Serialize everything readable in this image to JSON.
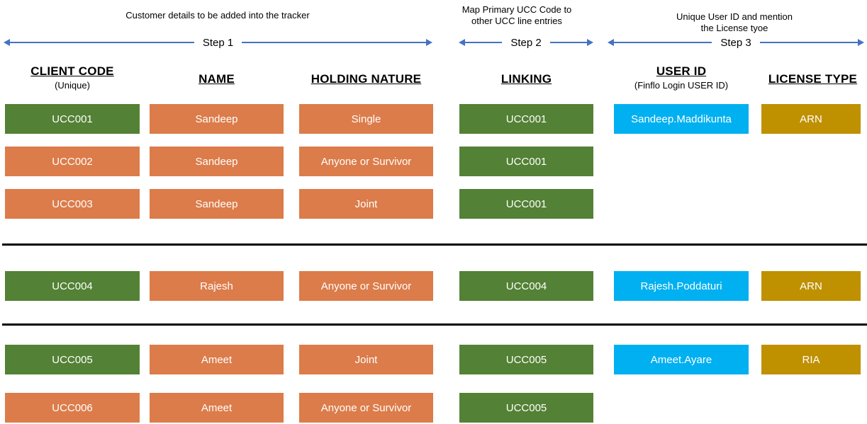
{
  "annotations": {
    "step1": {
      "text": "Customer details to be added into the tracker"
    },
    "step2": {
      "line1": "Map Primary UCC Code to",
      "line2": "other UCC line entries"
    },
    "step3": {
      "line1": "Unique User ID and mention",
      "line2": "the License tyoe"
    }
  },
  "steps": [
    {
      "label": "Step 1"
    },
    {
      "label": "Step 2"
    },
    {
      "label": "Step 3"
    }
  ],
  "columns": [
    {
      "title": "CLIENT CODE",
      "subtitle": "(Unique)"
    },
    {
      "title": "NAME"
    },
    {
      "title": "HOLDING NATURE"
    },
    {
      "title": "LINKING"
    },
    {
      "title": "USER ID",
      "subtitle": "(Finflo Login USER ID)"
    },
    {
      "title": "LICENSE TYPE"
    }
  ],
  "colors": {
    "green": "#538135",
    "orange": "#DC7C4A",
    "blue": "#00B0F0",
    "gold": "#BF9000",
    "arrow": "#4472C4",
    "divider": "#000000"
  },
  "rows": [
    {
      "cells": [
        {
          "col": 0,
          "text": "UCC001",
          "color": "green"
        },
        {
          "col": 1,
          "text": "Sandeep",
          "color": "orange"
        },
        {
          "col": 2,
          "text": "Single",
          "color": "orange"
        },
        {
          "col": 3,
          "text": "UCC001",
          "color": "green"
        },
        {
          "col": 4,
          "text": "Sandeep.Maddikunta",
          "color": "blue"
        },
        {
          "col": 5,
          "text": "ARN",
          "color": "gold"
        }
      ]
    },
    {
      "cells": [
        {
          "col": 0,
          "text": "UCC002",
          "color": "orange"
        },
        {
          "col": 1,
          "text": "Sandeep",
          "color": "orange"
        },
        {
          "col": 2,
          "text": "Anyone or Survivor",
          "color": "orange"
        },
        {
          "col": 3,
          "text": "UCC001",
          "color": "green"
        }
      ]
    },
    {
      "cells": [
        {
          "col": 0,
          "text": "UCC003",
          "color": "orange"
        },
        {
          "col": 1,
          "text": "Sandeep",
          "color": "orange"
        },
        {
          "col": 2,
          "text": "Joint",
          "color": "orange"
        },
        {
          "col": 3,
          "text": "UCC001",
          "color": "green"
        }
      ]
    },
    {
      "cells": [
        {
          "col": 0,
          "text": "UCC004",
          "color": "green"
        },
        {
          "col": 1,
          "text": "Rajesh",
          "color": "orange"
        },
        {
          "col": 2,
          "text": "Anyone or Survivor",
          "color": "orange"
        },
        {
          "col": 3,
          "text": "UCC004",
          "color": "green"
        },
        {
          "col": 4,
          "text": "Rajesh.Poddaturi",
          "color": "blue"
        },
        {
          "col": 5,
          "text": "ARN",
          "color": "gold"
        }
      ]
    },
    {
      "cells": [
        {
          "col": 0,
          "text": "UCC005",
          "color": "green"
        },
        {
          "col": 1,
          "text": "Ameet",
          "color": "orange"
        },
        {
          "col": 2,
          "text": "Joint",
          "color": "orange"
        },
        {
          "col": 3,
          "text": "UCC005",
          "color": "green"
        },
        {
          "col": 4,
          "text": "Ameet.Ayare",
          "color": "blue"
        },
        {
          "col": 5,
          "text": "RIA",
          "color": "gold"
        }
      ]
    },
    {
      "cells": [
        {
          "col": 0,
          "text": "UCC006",
          "color": "orange"
        },
        {
          "col": 1,
          "text": "Ameet",
          "color": "orange"
        },
        {
          "col": 2,
          "text": "Anyone or Survivor",
          "color": "orange"
        },
        {
          "col": 3,
          "text": "UCC005",
          "color": "green"
        }
      ]
    }
  ]
}
